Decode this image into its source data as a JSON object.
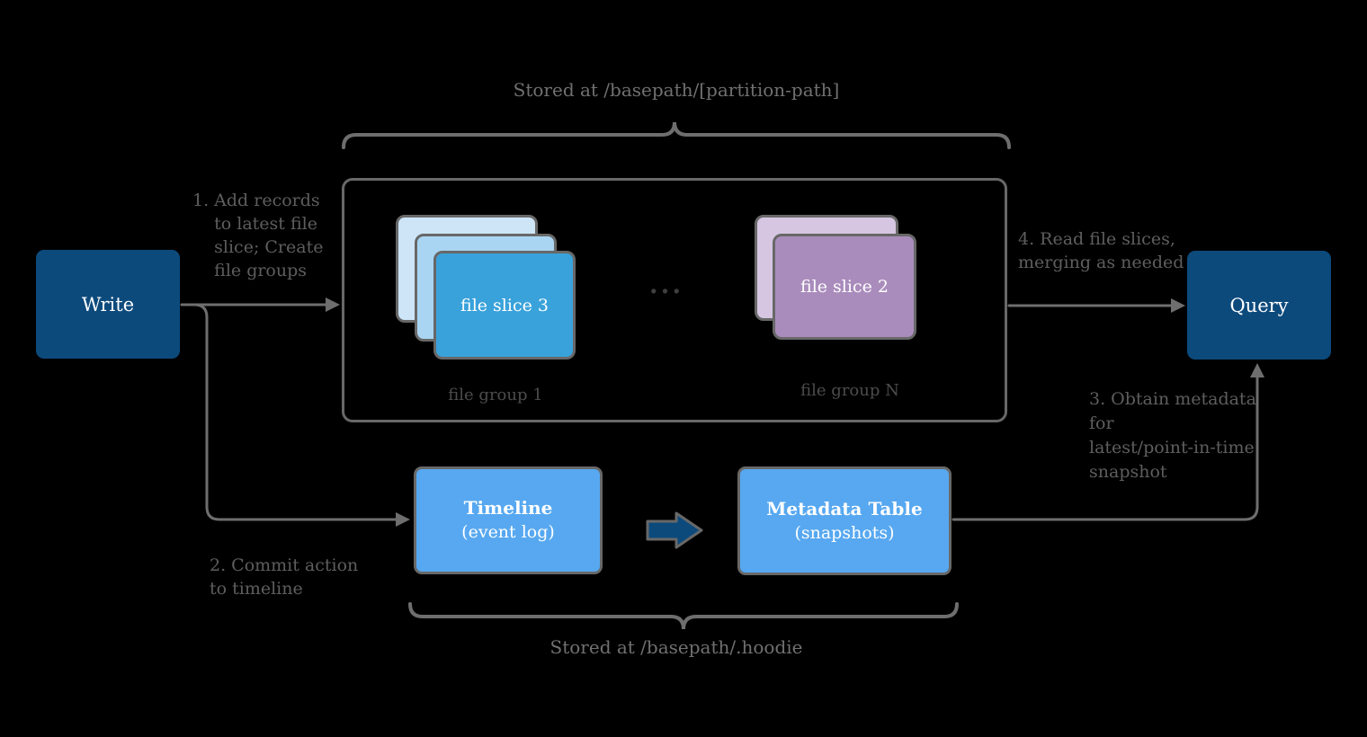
{
  "colors": {
    "dark_blue": "#0d4a7c",
    "light_blue": "#57a8f0",
    "slice_blue_front": "#39a2db",
    "slice_blue_mid": "#a9d5f2",
    "slice_blue_back": "#cde5f7",
    "slice_purple_front": "#aa8cbc",
    "slice_purple_back": "#d6c6e1",
    "border_gray": "#686868",
    "line_gray": "#6e6e6e",
    "caption_gray": "#707070",
    "annotation_gray": "#5e5e5e",
    "label_gray": "#4c4c4c",
    "ellipsis_gray": "#3f3f3f"
  },
  "nodes": {
    "write": {
      "label": "Write"
    },
    "query": {
      "label": "Query"
    },
    "timeline": {
      "title": "Timeline",
      "subtitle": "(event log)"
    },
    "metadata_table": {
      "title": "Metadata Table",
      "subtitle": "(snapshots)"
    },
    "file_slice_blue": {
      "label": "file slice 3"
    },
    "file_slice_purple": {
      "label": "file slice 2"
    },
    "file_group_1": {
      "label": "file group 1"
    },
    "file_group_n": {
      "label": "file group N"
    },
    "ellipsis": "..."
  },
  "captions": {
    "partition_path": "Stored at /basepath/[partition-path]",
    "hoodie_path": "Stored at /basepath/.hoodie"
  },
  "annotations": {
    "step1": "1. Add records\n    to latest file\n    slice; Create\n    file groups",
    "step2": "2. Commit action\nto timeline",
    "step3": "3. Obtain metadata\nfor\nlatest/point-in-time\nsnapshot",
    "step4": "4. Read file slices,\nmerging as needed"
  }
}
